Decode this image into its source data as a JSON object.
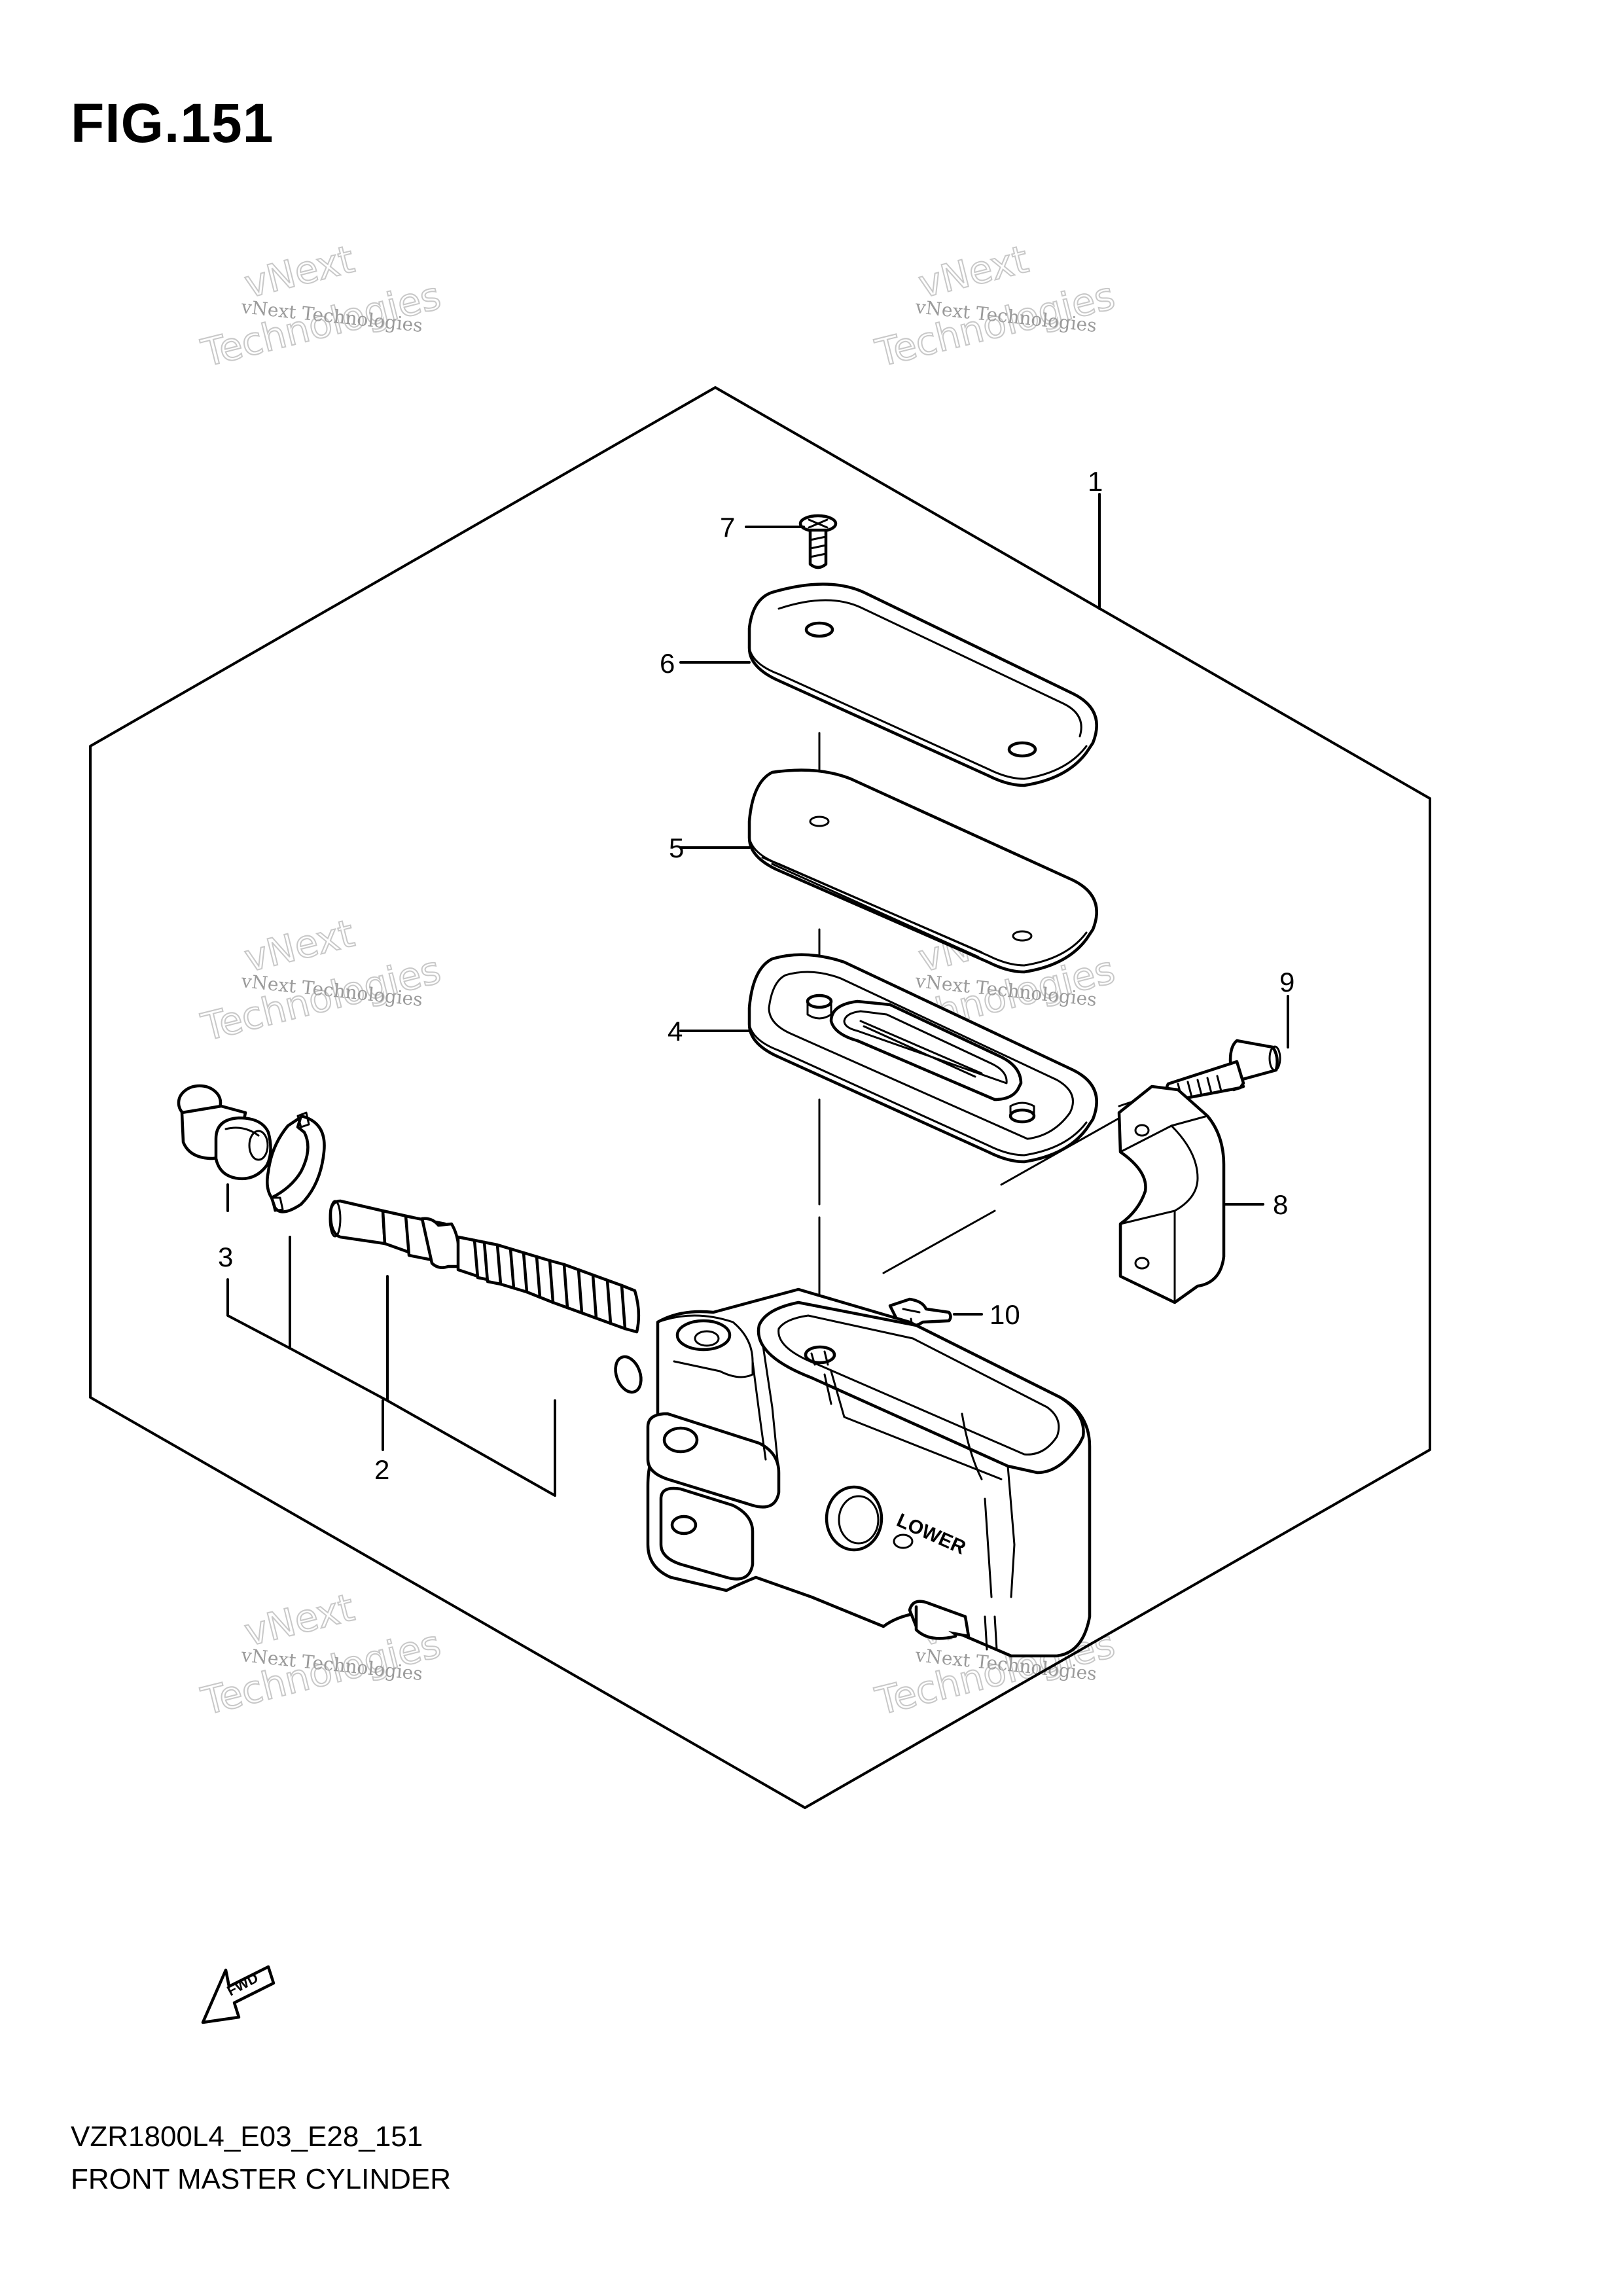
{
  "figure": {
    "title": "FIG.151",
    "code": "VZR1800L4_E03_E28_151",
    "name": "FRONT MASTER CYLINDER"
  },
  "callouts": [
    {
      "id": "1",
      "label": "1"
    },
    {
      "id": "2",
      "label": "2"
    },
    {
      "id": "3",
      "label": "3"
    },
    {
      "id": "4",
      "label": "4"
    },
    {
      "id": "5",
      "label": "5"
    },
    {
      "id": "6",
      "label": "6"
    },
    {
      "id": "7",
      "label": "7"
    },
    {
      "id": "8",
      "label": "8"
    },
    {
      "id": "9",
      "label": "9"
    },
    {
      "id": "10",
      "label": "10"
    }
  ],
  "body_marking": "LOWER",
  "fwd_marking": "FWD",
  "watermark": {
    "small": "vNext Technologies",
    "big_top": "vNext",
    "big_bottom": "Technologies"
  }
}
